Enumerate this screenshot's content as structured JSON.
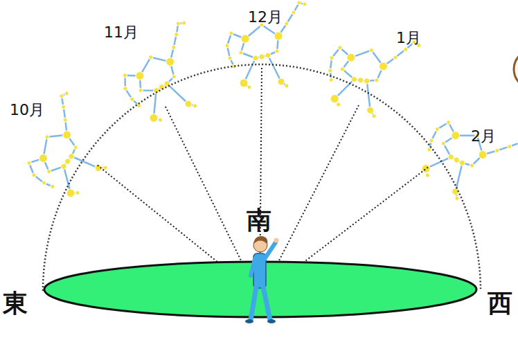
{
  "diagram": {
    "labels": [
      "10月",
      "11月",
      "12月",
      "1月",
      "2月",
      "南",
      "東",
      "西"
    ]
  }
}
